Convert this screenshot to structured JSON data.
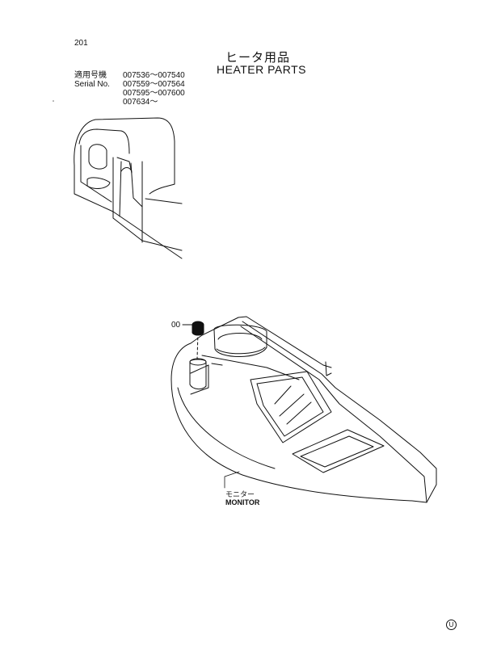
{
  "page": {
    "number": "201",
    "title_jp": "ヒータ用品",
    "title_en": "HEATER PARTS"
  },
  "serial": {
    "label_jp": "適用号機",
    "label_en": "Serial No.",
    "ranges": [
      "007536～007540",
      "007559～007564",
      "007595～007600",
      "007634～"
    ]
  },
  "parts": {
    "callout": "00",
    "item_jp": "モニター",
    "item_en": "MONITOR"
  },
  "footer": {
    "mark": "U"
  }
}
